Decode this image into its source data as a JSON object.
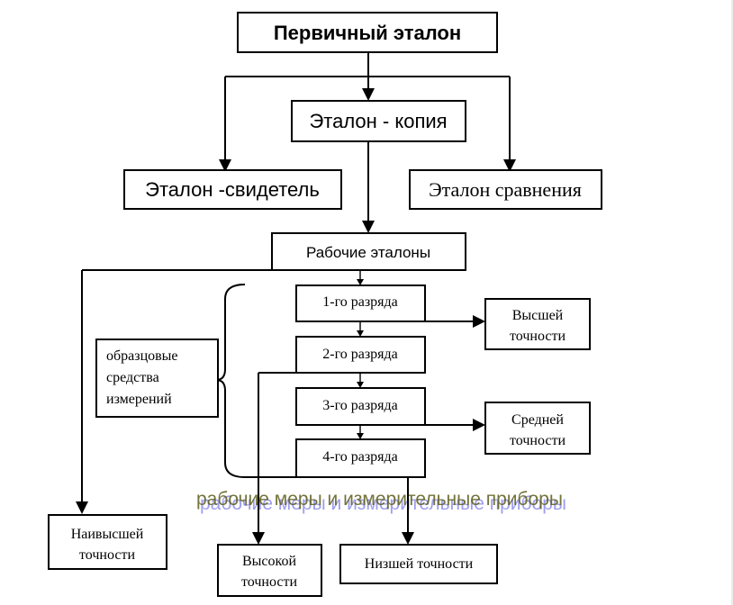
{
  "boxes": {
    "primary": "Первичный эталон",
    "copy": "Эталон - копия",
    "witness": "Эталон -свидетель",
    "comparison": "Эталон сравнения",
    "working": "Рабочие эталоны",
    "rank1": "1-го разряда",
    "rank2": "2-го разряда",
    "rank3": "3-го разряда",
    "rank4": "4-го разряда",
    "reference_means": [
      "образцовые",
      "средства",
      "измерений"
    ],
    "highest_acc": [
      "Высшей",
      "точности"
    ],
    "medium_acc": [
      "Средней",
      "точности"
    ],
    "supreme_acc": [
      "Наивысшей",
      "точности"
    ],
    "high_acc": [
      "Высокой",
      "точности"
    ],
    "lowest_acc": "Низшей точности"
  },
  "banner": "рабочие меры и измерительные приборы",
  "colors": {
    "banner_front": "#5a5a18",
    "banner_shadow": "#7d7de8"
  }
}
